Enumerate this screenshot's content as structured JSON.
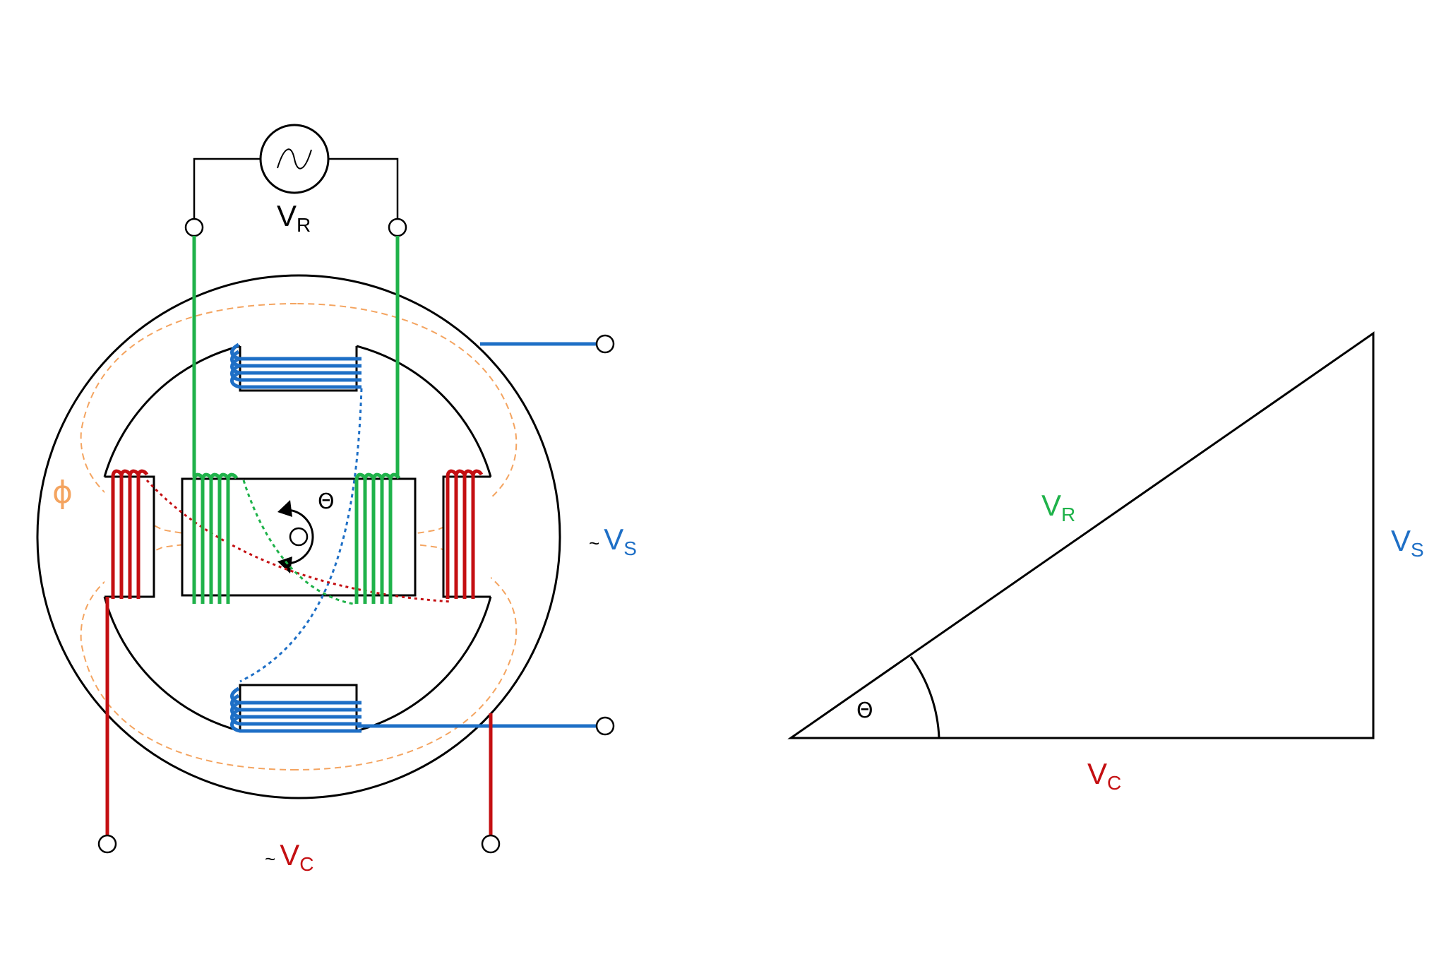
{
  "colors": {
    "reference": "#1fb24a",
    "control": "#c40f12",
    "stator": "#1e6fc6",
    "flux": "#f4a460",
    "outline": "#000000"
  },
  "resolver": {
    "source_icon": "ac-source-icon",
    "ac_symbol": "~",
    "vr_label": {
      "main": "V",
      "sub": "R"
    },
    "vs_label": {
      "main": "V",
      "sub": "S"
    },
    "vc_label": {
      "main": "V",
      "sub": "C"
    },
    "flux_label": "ϕ",
    "angle_label": "Θ"
  },
  "phasor_triangle": {
    "hypotenuse_label": {
      "main": "V",
      "sub": "R"
    },
    "vertical_label": {
      "main": "V",
      "sub": "S"
    },
    "horizontal_label": {
      "main": "V",
      "sub": "C"
    },
    "angle_label": "Θ"
  }
}
